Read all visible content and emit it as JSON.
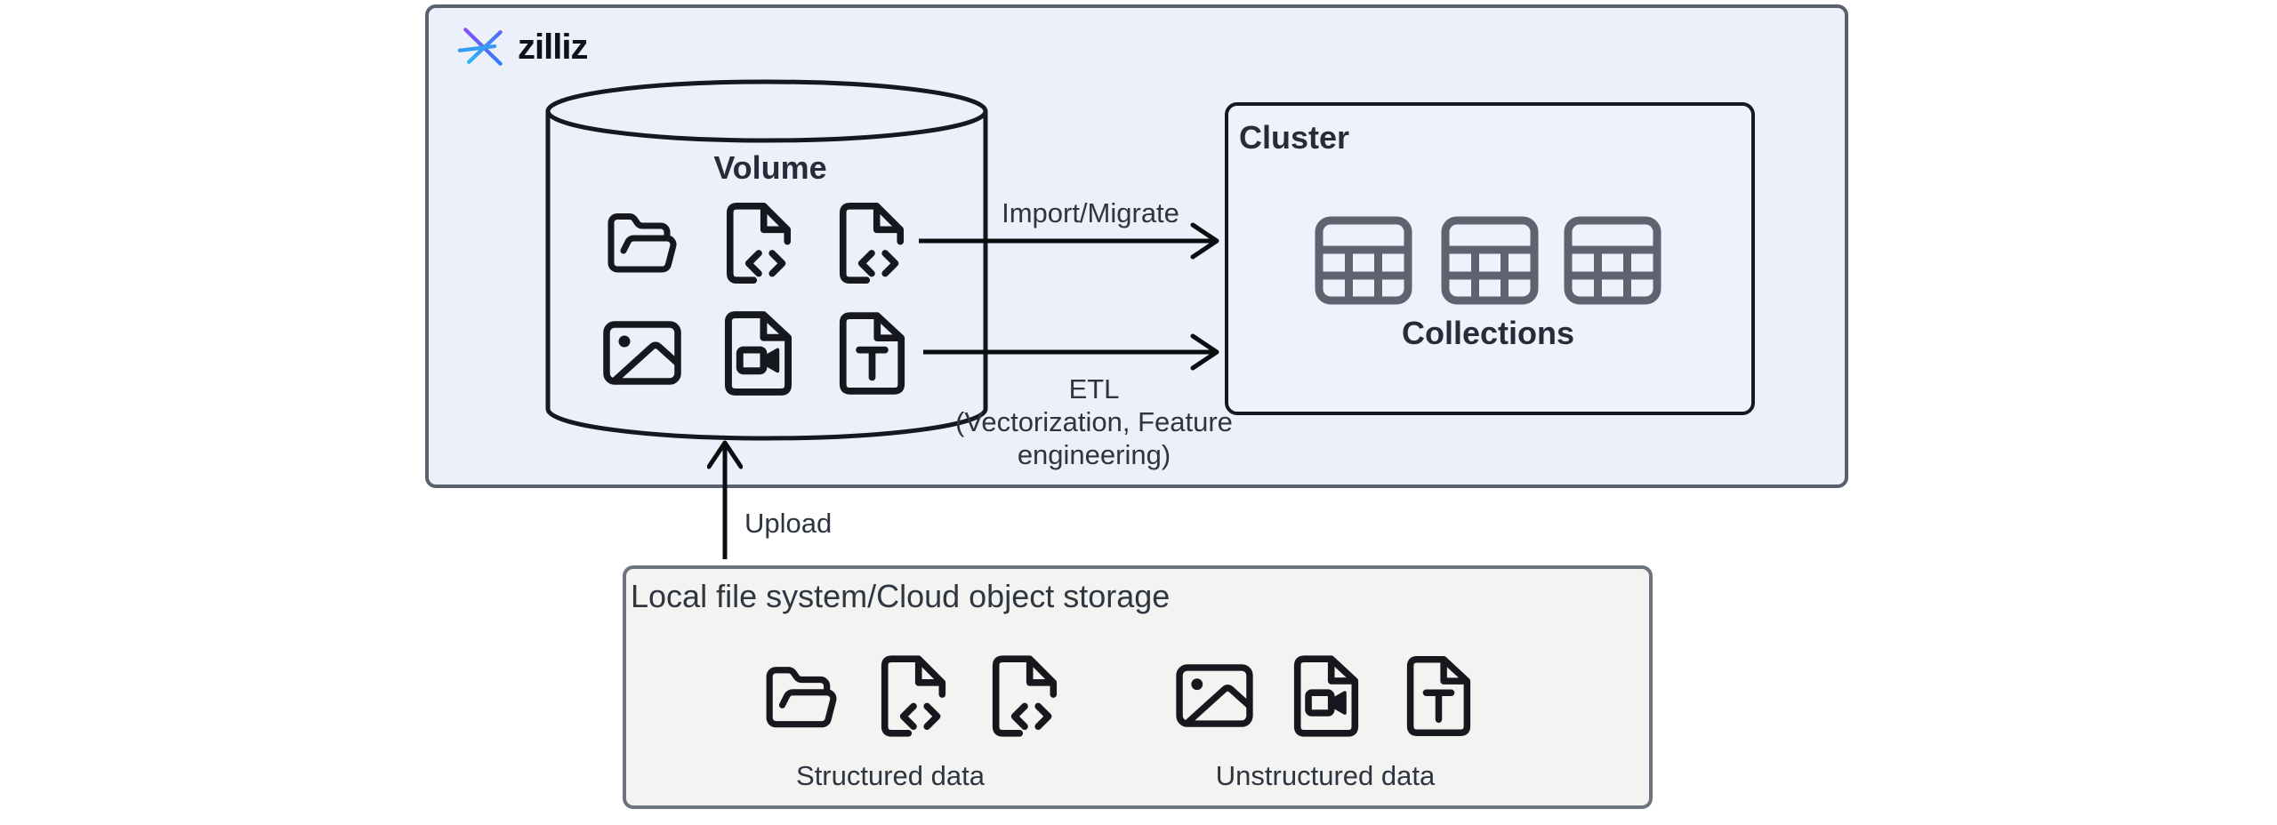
{
  "platform": {
    "logo_text": "zilliz",
    "volume": {
      "title": "Volume",
      "icons_row1": [
        "folder-open",
        "file-code",
        "file-code"
      ],
      "icons_row2": [
        "image",
        "file-video",
        "file-text"
      ]
    },
    "cluster": {
      "title": "Cluster",
      "collections_label": "Collections",
      "table_icon_count": 3
    },
    "flows": {
      "import_label": "Import/Migrate",
      "etl_line1": "ETL",
      "etl_line2": "(Vectorization, Feature",
      "etl_line3": "engineering)"
    }
  },
  "upload": {
    "label": "Upload"
  },
  "storage": {
    "title": "Local file system/Cloud object storage",
    "structured_label": "Structured data",
    "unstructured_label": "Unstructured data"
  },
  "colors": {
    "platform_fill": "#ebf0fa",
    "platform_border": "#59606e",
    "cluster_fill": "#eef2fc",
    "cluster_border": "#16191f",
    "storage_fill": "#f3f3f1",
    "storage_border": "#6d737e",
    "icon_stroke": "#16181d",
    "table_icon_gray": "#5d6470",
    "logo_gradient_start": "#7a4bf5",
    "logo_gradient_end": "#27c6f2"
  }
}
